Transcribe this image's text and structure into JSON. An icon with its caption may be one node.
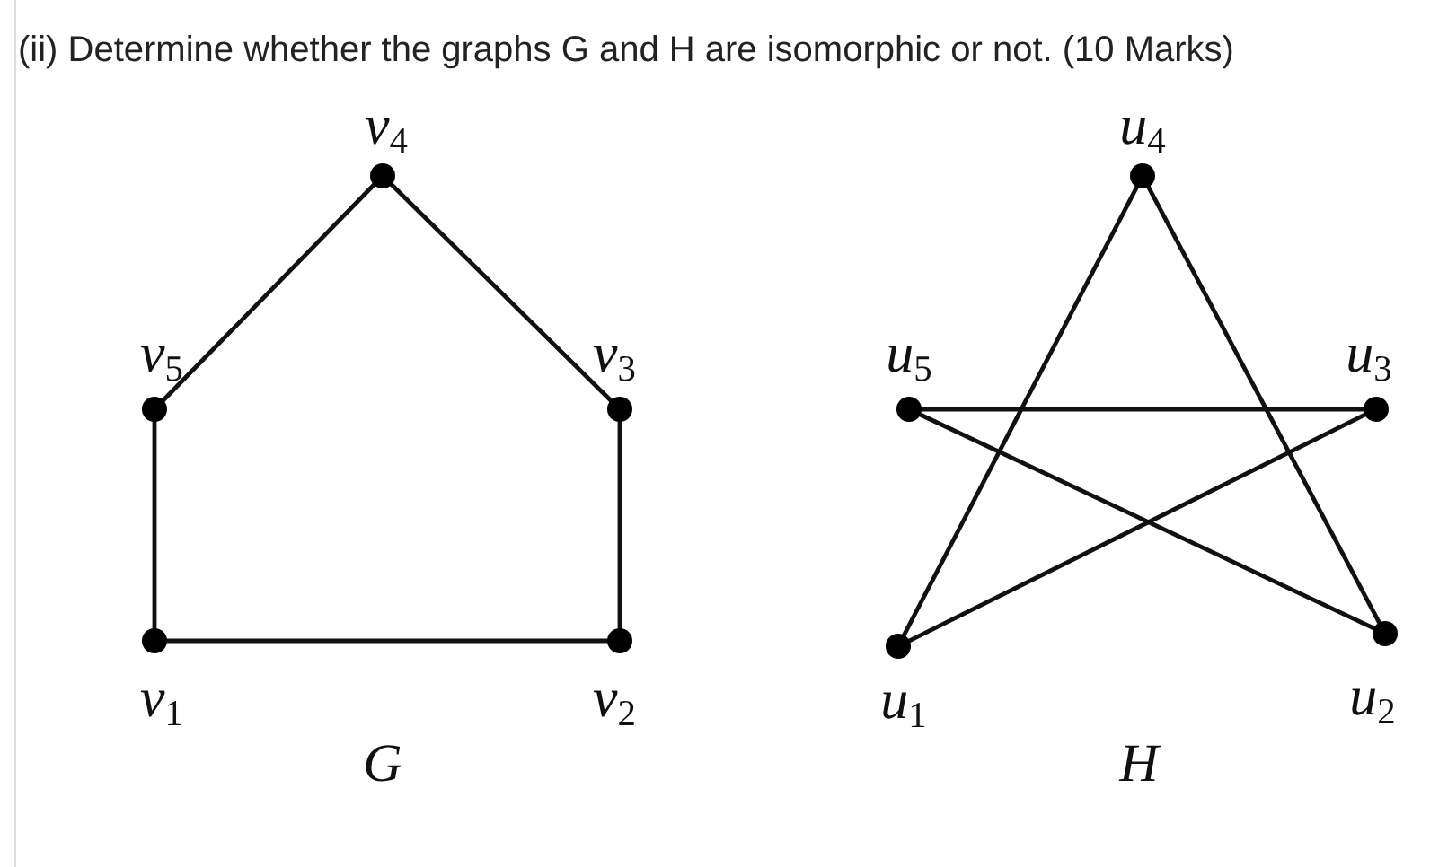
{
  "diagram": {
    "title": "(ii) Determine whether the graphs G and H are isomorphic or not. (10 Marks)",
    "nodes": [
      {
        "text": [],
        "shape": "circle",
        "beside": [
          "v$_{4}$"
        ]
      },
      {
        "text": [],
        "shape": "circle",
        "beside": [
          "v$_{5}$"
        ]
      },
      {
        "text": [],
        "shape": "circle",
        "beside": [
          "v$_{3}$"
        ]
      },
      {
        "text": [],
        "shape": "circle",
        "beside": [
          "v$_{1}$"
        ]
      },
      {
        "text": [],
        "shape": "circle",
        "beside": [
          "v$_{2}$"
        ]
      },
      {
        "text": [],
        "shape": "circle",
        "beside": [
          "u$_{4}$"
        ]
      },
      {
        "text": [],
        "shape": "circle",
        "beside": [
          "u$_{5}$"
        ]
      },
      {
        "text": [],
        "shape": "circle",
        "beside": [
          "u$_{3}$"
        ]
      },
      {
        "text": [],
        "shape": "circle",
        "beside": [
          "u$_{1}$"
        ]
      },
      {
        "text": [],
        "shape": "circle",
        "beside": [
          "u$_{2}$"
        ]
      }
    ],
    "edges": [
      {
        "from": 0,
        "to": 1,
        "arrow": "none"
      },
      {
        "from": 0,
        "to": 2,
        "arrow": "none"
      },
      {
        "from": 1,
        "to": 3,
        "arrow": "none"
      },
      {
        "from": 2,
        "to": 4,
        "arrow": "none"
      },
      {
        "from": 3,
        "to": 4,
        "arrow": "none"
      },
      {
        "from": 5,
        "to": 8,
        "arrow": "none"
      },
      {
        "from": 5,
        "to": 9,
        "arrow": "none"
      },
      {
        "from": 6,
        "to": 7,
        "arrow": "none"
      },
      {
        "from": 6,
        "to": 9,
        "arrow": "none"
      },
      {
        "from": 7,
        "to": 8,
        "arrow": "none"
      }
    ],
    "labels": [
      "G",
      "H"
    ]
  }
}
